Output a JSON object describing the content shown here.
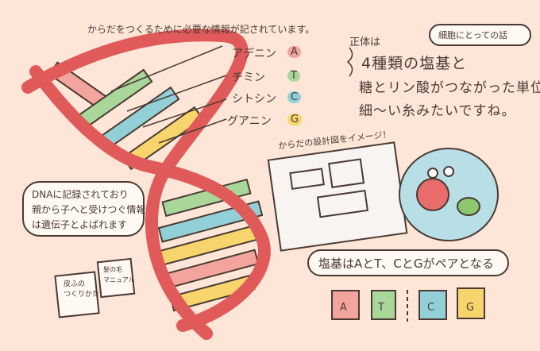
{
  "header": {
    "caption": "からだをつくるために必要な情報が記されています。"
  },
  "bases": [
    {
      "name": "アデニン",
      "letter": "A",
      "color": "#f3a49c"
    },
    {
      "name": "チミン",
      "letter": "T",
      "color": "#a9d79a"
    },
    {
      "name": "シトシン",
      "letter": "C",
      "color": "#93cfd6"
    },
    {
      "name": "グアニン",
      "letter": "G",
      "color": "#f7d56c"
    }
  ],
  "cell_talk": {
    "bubble": "細胞にとっての話",
    "intro": "正体は",
    "lines": [
      "4種類の塩基と",
      "糖とリン酸がつながった単位！",
      "細〜い糸みたいですね。"
    ]
  },
  "blueprint": {
    "caption": "からだの設計図をイメージ！"
  },
  "gene_bubble": {
    "lines": [
      "DNAに記録されており",
      "親から子へと受けつぐ情報",
      "は遺伝子とよばれます"
    ]
  },
  "notes": [
    {
      "lines": [
        "皮ふの",
        "つくりかた"
      ]
    },
    {
      "lines": [
        "髪の毛",
        "マニュアル"
      ]
    }
  ],
  "pair_bubble": {
    "text": "塩基はAとT、CとGがペアとなる"
  },
  "pairs": [
    [
      "A",
      "T"
    ],
    [
      "C",
      "G"
    ]
  ],
  "colors": {
    "background": "#fde6d8",
    "strand": "#e05a5a",
    "ink": "#4a3a33"
  }
}
